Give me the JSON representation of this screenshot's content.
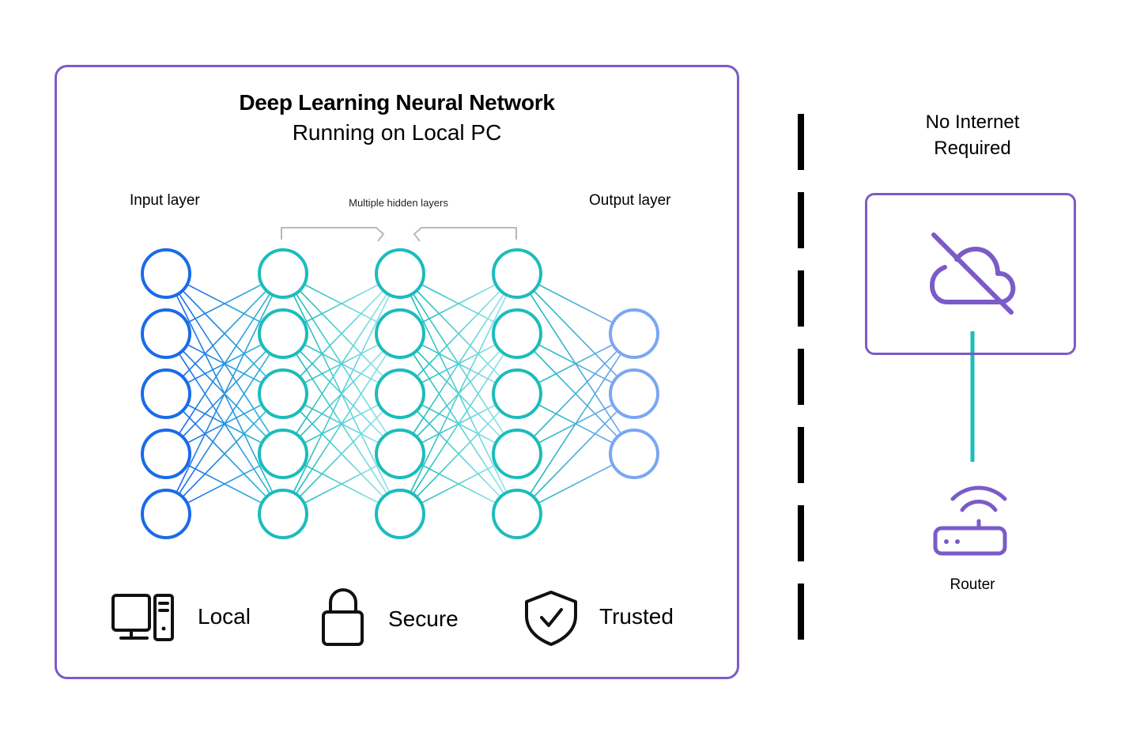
{
  "diagram": {
    "title": "Deep Learning Neural Network",
    "subtitle": "Running on Local PC",
    "labels": {
      "input": "Input layer",
      "hidden": "Multiple hidden layers",
      "output": "Output layer"
    },
    "layers": [
      {
        "name": "input",
        "nodes": 5,
        "color": "#1a6be8"
      },
      {
        "name": "hidden-1",
        "nodes": 5,
        "color": "#1cbcbc"
      },
      {
        "name": "hidden-2",
        "nodes": 5,
        "color": "#1cbcbc"
      },
      {
        "name": "hidden-3",
        "nodes": 5,
        "color": "#1cbcbc"
      },
      {
        "name": "output",
        "nodes": 3,
        "color": "#7aa7f2"
      }
    ],
    "features": [
      {
        "label": "Local",
        "icon": "desktop-computer-icon"
      },
      {
        "label": "Secure",
        "icon": "lock-icon"
      },
      {
        "label": "Trusted",
        "icon": "shield-check-icon"
      }
    ]
  },
  "network": {
    "title_line1": "No Internet",
    "title_line2": "Required",
    "cloud_icon": "cloud-off-icon",
    "router_label": "Router",
    "router_icon": "router-icon"
  },
  "colors": {
    "frame": "#7b5bc8",
    "connector": "#1cbcbc",
    "icon_purple": "#7b5bc8"
  }
}
